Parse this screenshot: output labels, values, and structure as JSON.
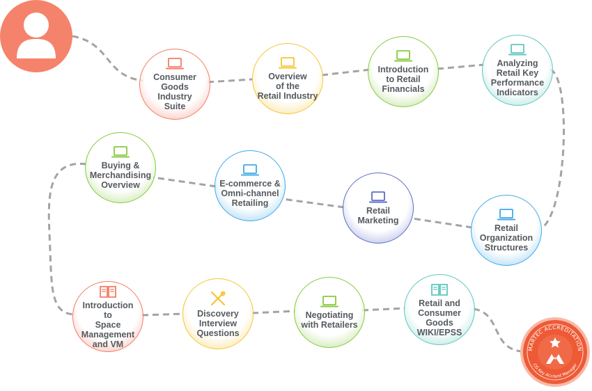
{
  "colors": {
    "red": "#f47b63",
    "yellow": "#f6c533",
    "green": "#86c93f",
    "teal": "#5cc7bd",
    "blue": "#3fa9e8",
    "indigo": "#5c6cc9",
    "connector": "#a3a3a3",
    "label": "#555a5f"
  },
  "avatar": {
    "icon": "user-icon"
  },
  "nodes": [
    {
      "label": "Consumer\nGoods Industry\nSuite",
      "color": "red",
      "icon": "laptop-icon"
    },
    {
      "label": "Overview\nof the\nRetail Industry",
      "color": "yellow",
      "icon": "laptop-icon"
    },
    {
      "label": "Introduction\nto Retail\nFinancials",
      "color": "green",
      "icon": "laptop-icon"
    },
    {
      "label": "Analyzing\nRetail Key\nPerformance\nIndicators",
      "color": "teal",
      "icon": "laptop-icon"
    },
    {
      "label": "Retail\nOrganization\nStructures",
      "color": "blue",
      "icon": "laptop-icon"
    },
    {
      "label": "Retail\nMarketing",
      "color": "indigo",
      "icon": "laptop-icon"
    },
    {
      "label": "E-commerce &\nOmni-channel\nRetailing",
      "color": "blue",
      "icon": "laptop-icon"
    },
    {
      "label": "Buying &\nMerchandising\nOverview",
      "color": "green",
      "icon": "laptop-icon"
    },
    {
      "label": "Introduction to\nSpace\nManagement\nand VM",
      "color": "red",
      "icon": "book-icon"
    },
    {
      "label": "Discovery\nInterview\nQuestions",
      "color": "yellow",
      "icon": "tools-icon"
    },
    {
      "label": "Negotiating\nwith Retailers",
      "color": "green",
      "icon": "laptop-icon"
    },
    {
      "label": "Retail and\nConsumer Goods\nWIKI/EPSS",
      "color": "teal",
      "icon": "book-icon"
    }
  ],
  "badge": {
    "top_text": "MARTEC ACCREDITATION",
    "bottom_text": "CG Key Account Manager",
    "color": "#ee5a35"
  }
}
